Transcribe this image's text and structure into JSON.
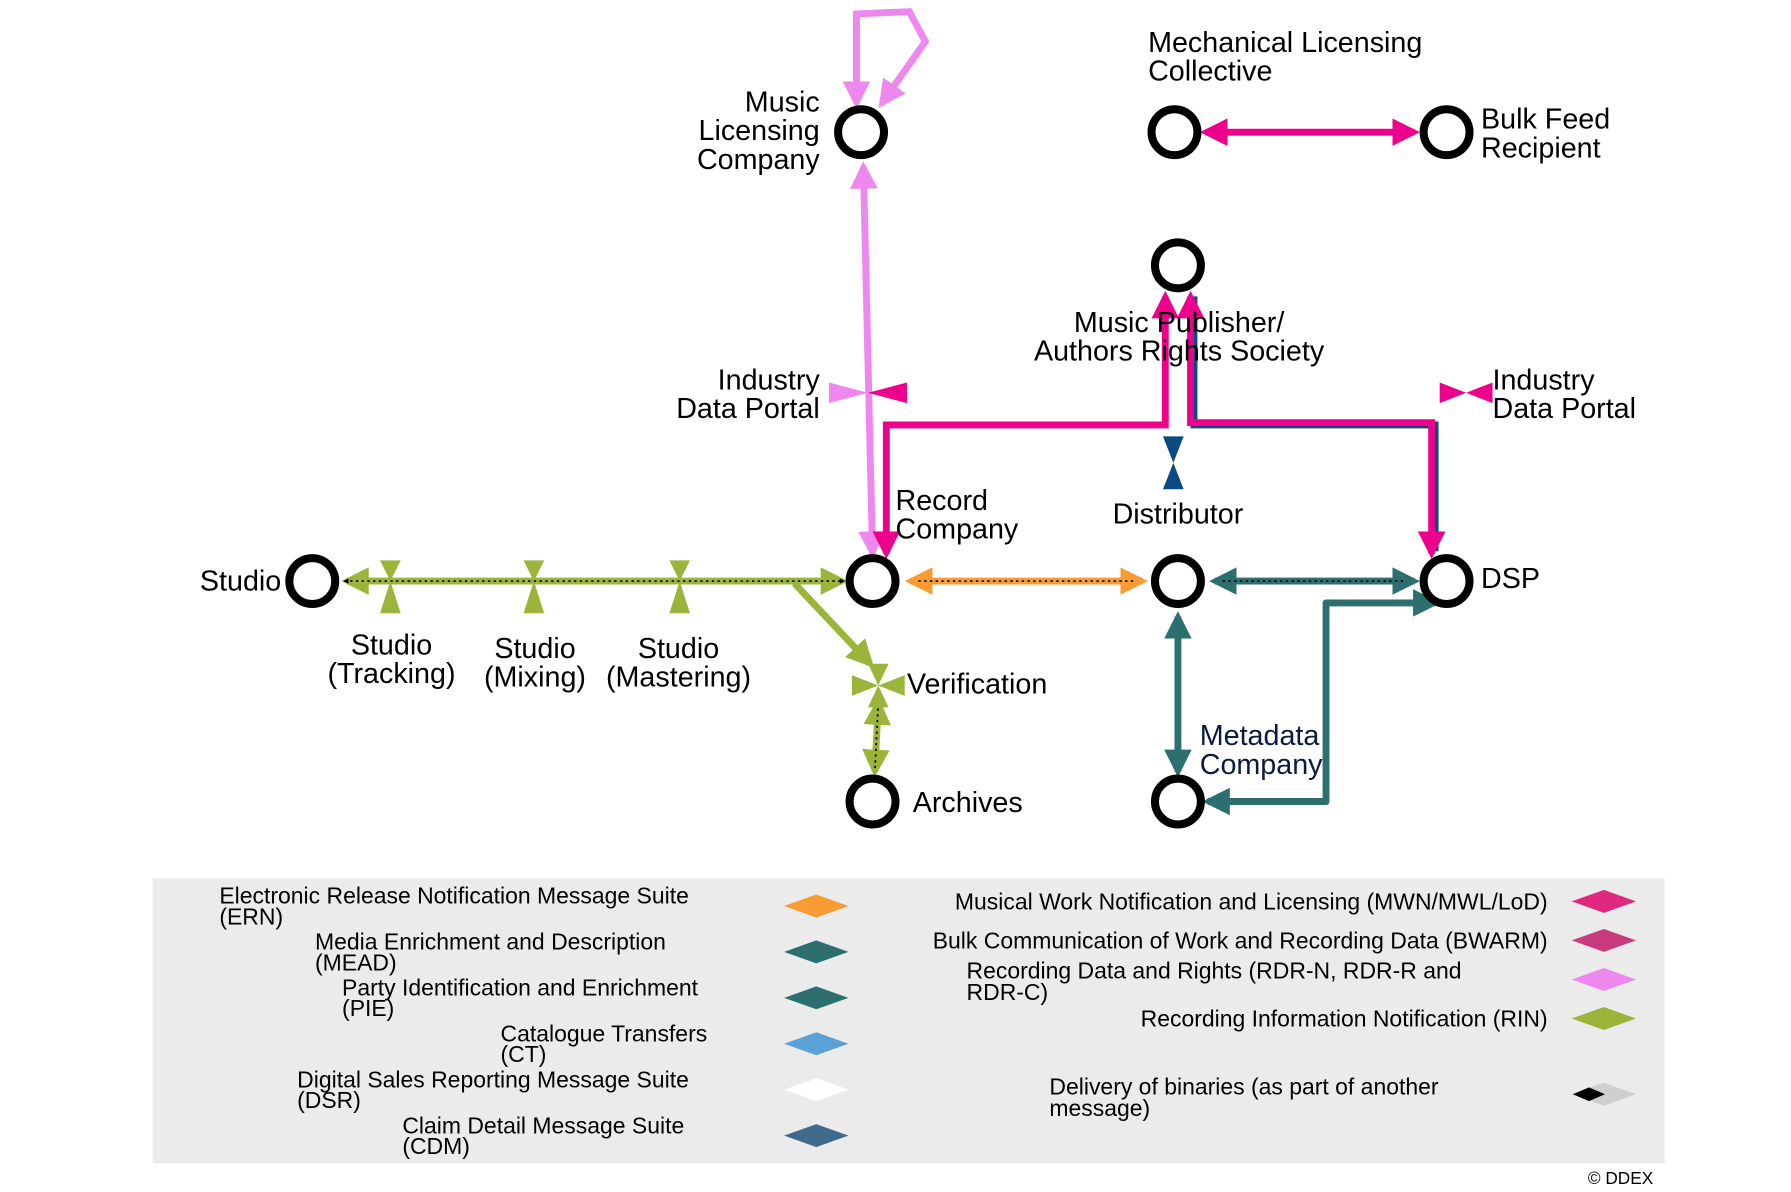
{
  "colors": {
    "ern": "#f89b32",
    "mead": "#2d6e6e",
    "pie": "#2d6e6e",
    "ct": "#5aa2d6",
    "dsr": "#ffffff",
    "cdm": "#3f6a8c",
    "mwn": "#e0287f",
    "bwarm": "#c83c7e",
    "rdr": "#ee88ee",
    "rin": "#9bb43a",
    "binaries": "#000000",
    "legend_bg": "#ebebeb",
    "distributor_link": "#0a4a82",
    "metadata_label": "#0a1a40"
  },
  "nodes": {
    "mlc_company": [
      "Music",
      "Licensing",
      "Company"
    ],
    "mech_collective": [
      "Mechanical Licensing",
      "Collective"
    ],
    "bulk_feed": [
      "Bulk Feed",
      "Recipient"
    ],
    "publisher": [
      "Music Publisher/",
      "Authors Rights Society"
    ],
    "portal_left": [
      "Industry",
      "Data Portal"
    ],
    "portal_right": [
      "Industry",
      "Data Portal"
    ],
    "record_company": [
      "Record",
      "Company"
    ],
    "distributor": [
      "Distributor"
    ],
    "studio": [
      "Studio"
    ],
    "dsp": [
      "DSP"
    ],
    "studio_tracking": [
      "Studio",
      "(Tracking)"
    ],
    "studio_mixing": [
      "Studio",
      "(Mixing)"
    ],
    "studio_mastering": [
      "Studio",
      "(Mastering)"
    ],
    "verification": [
      "Verification"
    ],
    "archives": [
      "Archives"
    ],
    "metadata_company": [
      "Metadata",
      "Company"
    ]
  },
  "legend": {
    "left": [
      {
        "lines": [
          "Electronic Release Notification Message Suite",
          "(ERN)"
        ],
        "color": "#f89b32"
      },
      {
        "lines": [
          "Media Enrichment and Description",
          "(MEAD)"
        ],
        "color": "#2d6e6e"
      },
      {
        "lines": [
          "Party Identification and Enrichment",
          "(PIE)"
        ],
        "color": "#2d6e6e"
      },
      {
        "lines": [
          "Catalogue Transfers",
          "(CT)"
        ],
        "color": "#5aa2d6"
      },
      {
        "lines": [
          "Digital Sales Reporting Message Suite",
          "(DSR)"
        ],
        "color": "#ffffff"
      },
      {
        "lines": [
          "Claim Detail Message Suite",
          "(CDM)"
        ],
        "color": "#3f6a8c"
      }
    ],
    "right": [
      {
        "lines": [
          "Musical Work Notification and Licensing (MWN/MWL/LoD)"
        ],
        "color": "#e0287f"
      },
      {
        "lines": [
          "Bulk Communication of Work and Recording Data (BWARM)"
        ],
        "color": "#c83c7e"
      },
      {
        "lines": [
          "Recording Data and Rights (RDR-N, RDR-R and",
          "RDR-C)"
        ],
        "color": "#ee88ee"
      },
      {
        "lines": [
          "Recording Information Notification (RIN)"
        ],
        "color": "#9bb43a"
      },
      {
        "lines": [
          "Delivery of binaries (as part of another",
          "message)"
        ],
        "color": "#000000"
      }
    ]
  },
  "copyright": "© DDEX"
}
